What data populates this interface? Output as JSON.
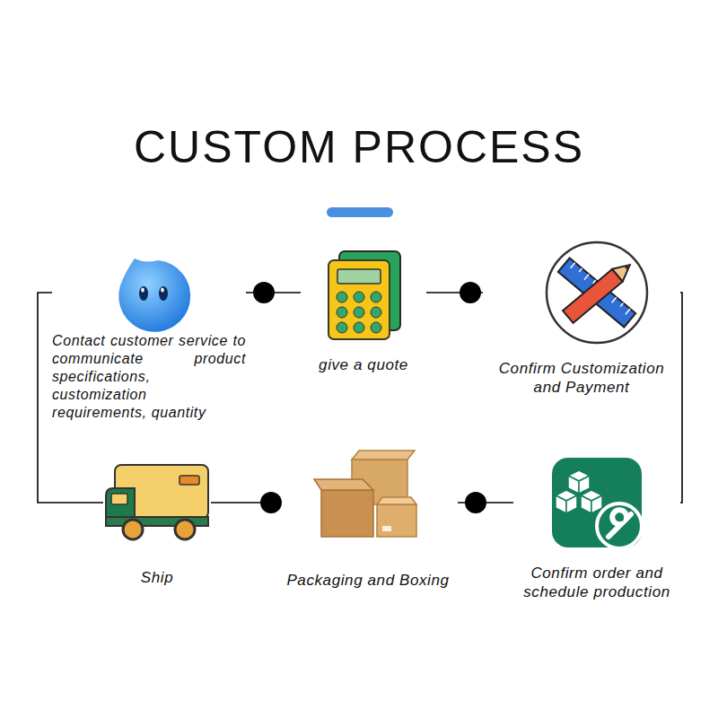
{
  "diagram": {
    "title": "CUSTOM PROCESS",
    "nodes": [
      {
        "text": [
          "Contact customer service to communicate product specifications, customization requirements, quantity"
        ]
      },
      {
        "text": [
          "give a quote"
        ]
      },
      {
        "text": [
          "Confirm Customization and Payment"
        ]
      },
      {
        "text": [
          "Ship"
        ]
      },
      {
        "text": [
          "Packaging and Boxing"
        ]
      },
      {
        "text": [
          "Confirm order and schedule production"
        ]
      }
    ],
    "edges": [
      {
        "from": 0,
        "to": 1,
        "arrow": "none"
      },
      {
        "from": 1,
        "to": 2,
        "arrow": "none"
      },
      {
        "from": 2,
        "to": 5,
        "arrow": "none"
      },
      {
        "from": 5,
        "to": 4,
        "arrow": "none"
      },
      {
        "from": 4,
        "to": 3,
        "arrow": "none"
      },
      {
        "from": 3,
        "to": 0,
        "arrow": "none"
      }
    ]
  }
}
